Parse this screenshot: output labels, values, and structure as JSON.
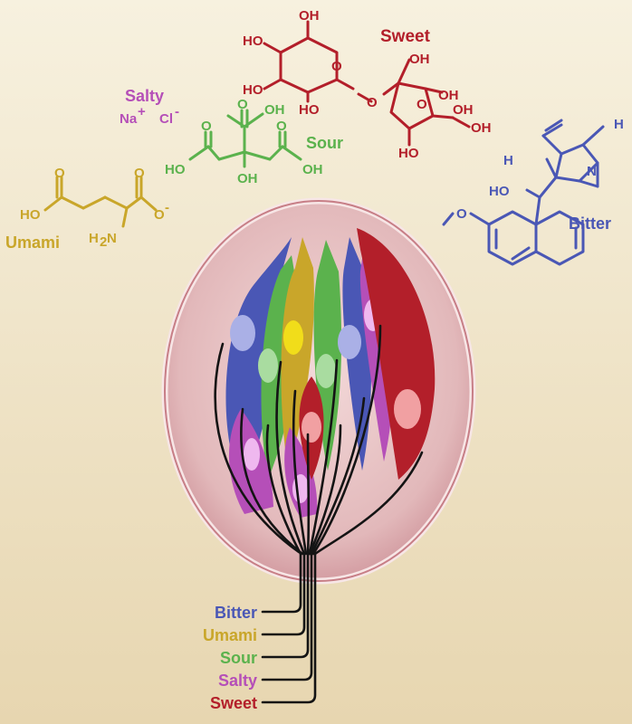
{
  "colors": {
    "sweet": "#b31f2a",
    "bitter": "#4a57b5",
    "umami": "#c9a62a",
    "sour": "#5bb24d",
    "salty": "#b54fb8",
    "background_top": "#f7f1df",
    "background_bottom": "#e7d6b0",
    "bud": "#d9a3a8"
  },
  "taste_labels": {
    "sweet": "Sweet",
    "salty": "Salty",
    "salty_ions": [
      "Na",
      "+",
      "Cl",
      "-"
    ],
    "sour": "Sour",
    "umami": "Umami",
    "bitter": "Bitter"
  },
  "molecule_atoms": {
    "sucrose": [
      "OH",
      "HO",
      "HO",
      "HO",
      "O",
      "O",
      "OH",
      "O",
      "OH",
      "HO",
      "OH",
      "OH"
    ],
    "citric_acid": [
      "OH",
      "O",
      "O",
      "O",
      "HO",
      "OH",
      "OH"
    ],
    "glutamate": [
      "O",
      "O",
      "HO",
      "O",
      "-",
      "H",
      "2",
      "N"
    ],
    "quinine": [
      "H",
      "H",
      "HO",
      "N",
      "O"
    ]
  },
  "nerve_legend": [
    "Bitter",
    "Umami",
    "Sour",
    "Salty",
    "Sweet"
  ]
}
